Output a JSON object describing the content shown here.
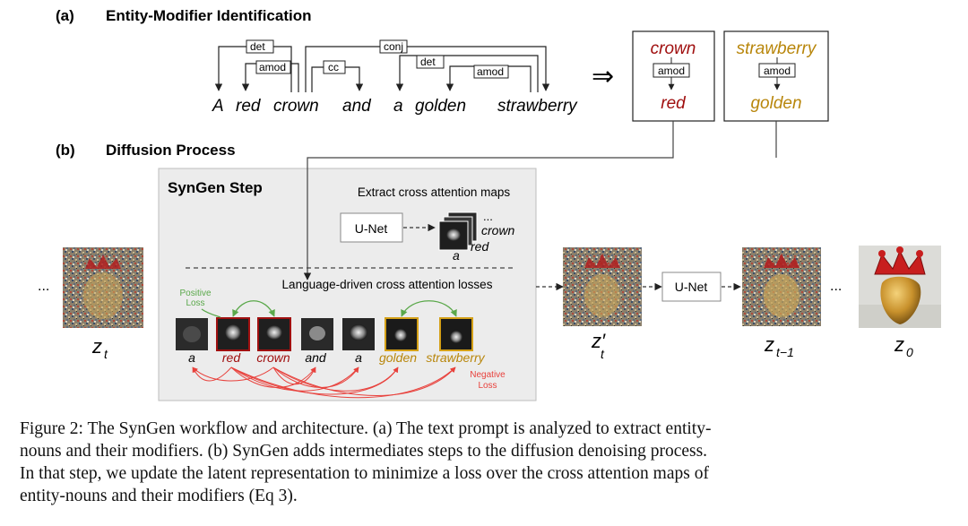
{
  "section_a": {
    "label": "(a)",
    "title": "Entity-Modifier Identification"
  },
  "section_b": {
    "label": "(b)",
    "title": "Diffusion Process"
  },
  "sentence": {
    "words": [
      "A",
      "red",
      "crown",
      "and",
      "a",
      "golden",
      "strawberry"
    ],
    "arcs": [
      "det",
      "amod",
      "conj",
      "cc",
      "det",
      "amod"
    ]
  },
  "implies_symbol": "⇒",
  "entities": [
    {
      "noun": "crown",
      "relation": "amod",
      "modifier": "red",
      "color": "#a01010"
    },
    {
      "noun": "strawberry",
      "relation": "amod",
      "modifier": "golden",
      "color": "#b8860b"
    }
  ],
  "syngen": {
    "title": "SynGen Step",
    "extract_label": "Extract cross attention maps",
    "unet_label": "U-Net",
    "stack_labels": {
      "ellipsis": "...",
      "crown": "crown",
      "red": "red",
      "a": "a"
    },
    "losses_label": "Language-driven cross attention losses",
    "positive_loss": [
      "Positive",
      "Loss"
    ],
    "negative_loss": [
      "Negative",
      "Loss"
    ],
    "tokens": [
      {
        "word": "a",
        "highlight": "none"
      },
      {
        "word": "red",
        "highlight": "red"
      },
      {
        "word": "crown",
        "highlight": "red"
      },
      {
        "word": "and",
        "highlight": "none"
      },
      {
        "word": "a",
        "highlight": "none"
      },
      {
        "word": "golden",
        "highlight": "gold"
      },
      {
        "word": "strawberry",
        "highlight": "gold"
      }
    ]
  },
  "pipeline": {
    "dots": "...",
    "z_t": "z",
    "z_t_sub": "t",
    "z_prime": "z′",
    "z_prime_sub": "t",
    "unet_label": "U-Net",
    "z_t1": "z",
    "z_t1_sub": "t−1",
    "z_0": "z",
    "z_0_sub": "0"
  },
  "caption": [
    "Figure 2: The SynGen workflow and architecture. (a) The text prompt is analyzed to extract entity-",
    "nouns and their modifiers. (b) SynGen adds intermediates steps to the diffusion denoising process.",
    "In that step, we update the latent representation to minimize a loss over the cross attention maps of",
    "entity-nouns and their modifiers (Eq 3)."
  ],
  "colors": {
    "red": "#a01010",
    "gold": "#b8860b",
    "positive": "#5aa84a",
    "negative": "#e8413c",
    "panel": "#ececec"
  }
}
